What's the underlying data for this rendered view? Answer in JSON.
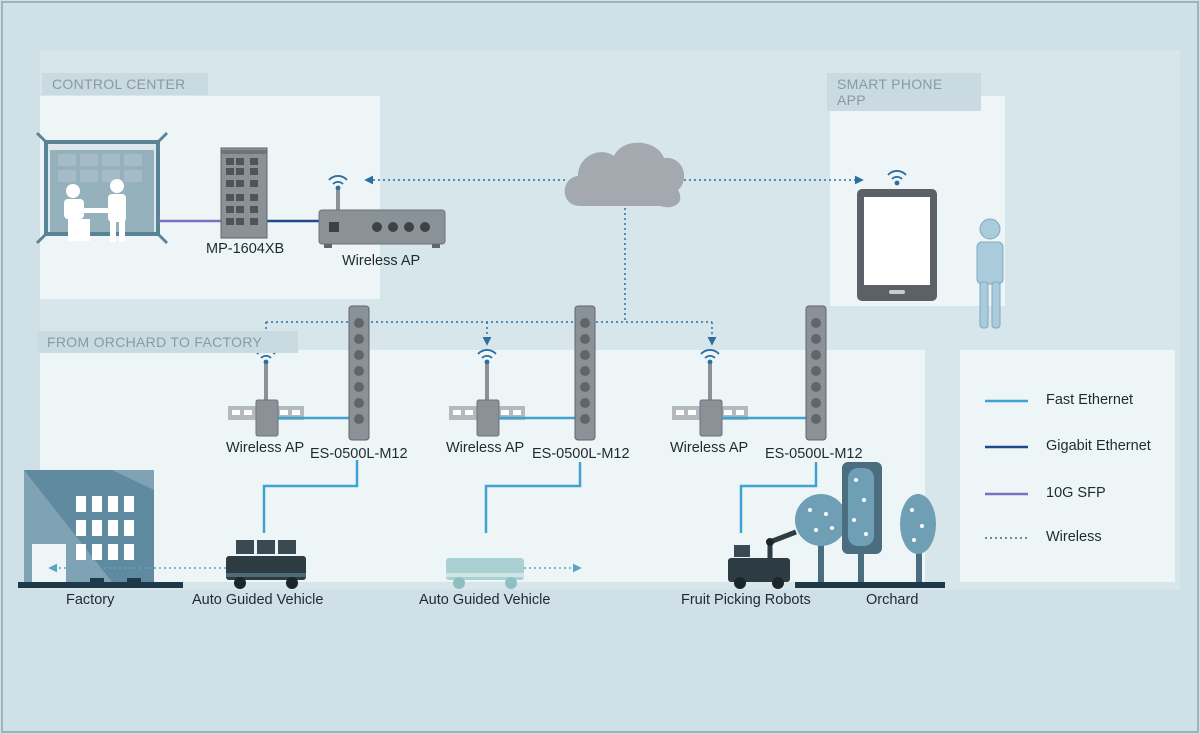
{
  "sections": {
    "control_center": "CONTROL CENTER",
    "smart_phone_app": "SMART PHONE APP",
    "orchard_to_factory": "FROM ORCHARD TO FACTORY"
  },
  "devices": {
    "switch_main": "MP-1604XB",
    "wireless_ap_main": "Wireless AP",
    "wireless_ap_1": "Wireless AP",
    "wireless_ap_2": "Wireless AP",
    "wireless_ap_3": "Wireless AP",
    "es_1": "ES-0500L-M12",
    "es_2": "ES-0500L-M12",
    "es_3": "ES-0500L-M12"
  },
  "bottom_labels": {
    "factory": "Factory",
    "agv_1": "Auto Guided Vehicle",
    "agv_2": "Auto Guided Vehicle",
    "fruit_robots": "Fruit Picking Robots",
    "orchard": "Orchard"
  },
  "legend": [
    {
      "label": "Fast Ethernet",
      "color": "#3ea3d3",
      "style": "solid"
    },
    {
      "label": "Gigabit Ethernet",
      "color": "#1e4a8c",
      "style": "solid"
    },
    {
      "label": "10G SFP",
      "color": "#7b6fc1",
      "style": "solid"
    },
    {
      "label": "Wireless",
      "color": "#2a6fa0",
      "style": "dotted"
    }
  ],
  "colors": {
    "background": "#cfe1e7",
    "panel": "#eef5f7",
    "device_gray": "#8a9197",
    "fast_ethernet": "#3ea3d3",
    "gigabit": "#1e4a8c",
    "sfp": "#7b6fc1",
    "wireless": "#2a6fa0"
  },
  "icons": [
    "cloud-icon",
    "tablet-icon",
    "person-icon",
    "factory-icon",
    "tree-icon",
    "wifi-icon",
    "agv-icon",
    "robot-arm-icon"
  ]
}
